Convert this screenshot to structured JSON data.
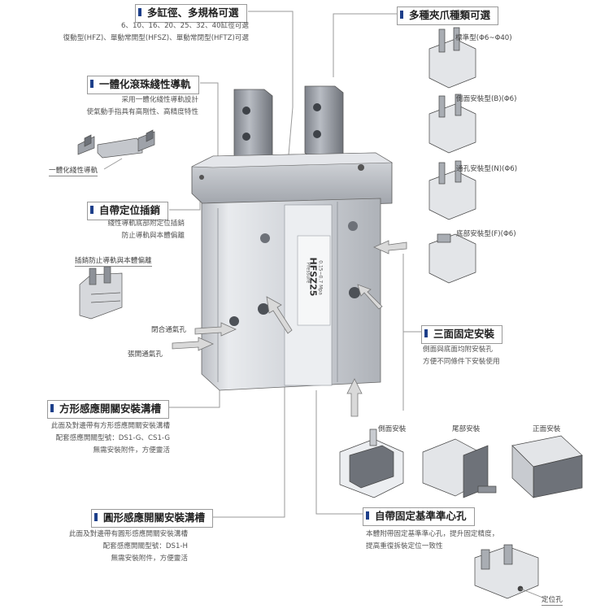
{
  "callouts": {
    "multi_bore": "多缸徑、多規格可選",
    "jaw_types": "多種夾爪種類可選",
    "ball_guide": "一體化滾珠綫性導軌",
    "locating_pin": "自帶定位插銷",
    "three_face": "三面固定安裝",
    "square_slot": "方形感應開關安裝溝槽",
    "round_slot": "圓形感應開關安裝溝槽",
    "datum_hole": "自帶固定基準準心孔"
  },
  "notes": {
    "multi_bore_1": "6、10、16、20、25、32、40缸徑可選",
    "multi_bore_2": "復動型(HFZ)、單動常開型(HFSZ)、單動常閉型(HFTZ)可選",
    "ball_guide_1": "采用一體化綫性導軌設計",
    "ball_guide_2": "使氣動手指具有高剛性、高精度特性",
    "ball_guide_label": "一體化綫性導軌",
    "locating_pin_1": "綫性導軌底部附定位插銷",
    "locating_pin_2": "防止導軌與本體偏離",
    "locating_pin_label": "插銷防止導軌與本體偏離",
    "three_face_1": "側面與底面均附安裝孔",
    "three_face_2": "方便不同條件下安裝使用",
    "square_slot_1": "此面及對邊帶有方形感應開關安裝溝槽",
    "square_slot_2": "配套感應開關型號：DS1-G、CS1-G",
    "square_slot_3": "無需安裝附件，方便靈活",
    "round_slot_1": "此面及對邊帶有圓形感應開關安裝溝槽",
    "round_slot_2": "配套感應開關型號：DS1-H",
    "round_slot_3": "無需安裝附件，方便靈活",
    "datum_hole_1": "本體附帶固定基準準心孔，提升固定精度，",
    "datum_hole_2": "提高重復拆裝定位一致性",
    "datum_hole_label": "定位孔"
  },
  "jaws": {
    "standard": "標準型(Φ6~Φ40)",
    "side": "側面安裝型(B)(Φ6)",
    "through": "通孔安裝型(N)(Φ6)",
    "bottom": "底部安裝型(F)(Φ6)"
  },
  "mount": {
    "side": "側面安裝",
    "tail": "尾部安裝",
    "front": "正面安裝"
  },
  "ports": {
    "close": "閉合通氣孔",
    "open": "張開通氣孔"
  },
  "product": {
    "model": "HFSZ25",
    "pressure": "Pressure",
    "pressure_range": "0.15~0.7 Mpa"
  },
  "colors": {
    "accent": "#1d3f8a",
    "metal": "#c9ccd1",
    "metal_dark": "#8c9097",
    "line": "#9a9a9a"
  }
}
